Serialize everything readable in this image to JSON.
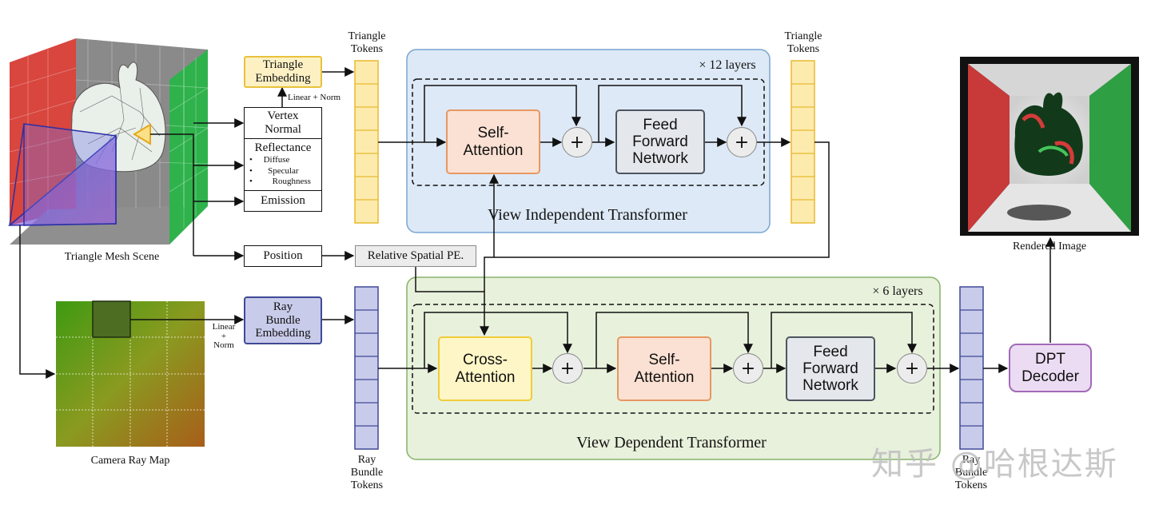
{
  "labels": {
    "triangle_tokens_left": [
      "Triangle",
      "Tokens"
    ],
    "triangle_tokens_right": [
      "Triangle",
      "Tokens"
    ],
    "ray_bundle_tokens_left": [
      "Ray",
      "Bundle",
      "Tokens"
    ],
    "ray_bundle_tokens_right": [
      "Ray",
      "Bundle",
      "Tokens"
    ],
    "triangle_mesh_scene": "Triangle Mesh Scene",
    "camera_ray_map": "Camera Ray Map",
    "rendered_image": "Rendered Image",
    "linear_norm_top": "Linear + Norm",
    "linear_norm_bottom": [
      "Linear",
      "+",
      "Norm"
    ]
  },
  "attributes": {
    "triangle_embedding": [
      "Triangle",
      "Embedding"
    ],
    "vertex_normal": [
      "Vertex",
      "Normal"
    ],
    "reflectance": "Reflectance",
    "reflectance_items": [
      "Diffuse",
      "Specular",
      "Roughness"
    ],
    "emission": "Emission",
    "position": "Position",
    "relative_spatial_pe": "Relative Spatial PE.",
    "ray_bundle_embedding": [
      "Ray",
      "Bundle",
      "Embedding"
    ]
  },
  "view_independent": {
    "title": "View Independent Transformer",
    "layers": "× 12 layers",
    "self_attention": [
      "Self-",
      "Attention"
    ],
    "ffn": [
      "Feed",
      "Forward",
      "Network"
    ],
    "plus": "+"
  },
  "view_dependent": {
    "title": "View Dependent Transformer",
    "layers": "× 6 layers",
    "cross_attention": [
      "Cross-",
      "Attention"
    ],
    "self_attention": [
      "Self-",
      "Attention"
    ],
    "ffn": [
      "Feed",
      "Forward",
      "Network"
    ],
    "plus": "+"
  },
  "dpt_decoder": [
    "DPT",
    "Decoder"
  ],
  "watermark": "知乎 @哈根达斯",
  "colors": {
    "vi_region": "#dde9f6",
    "vd_region": "#e8f1dc",
    "triangle_token": "#fdebae",
    "ray_token": "#c9cbea"
  }
}
